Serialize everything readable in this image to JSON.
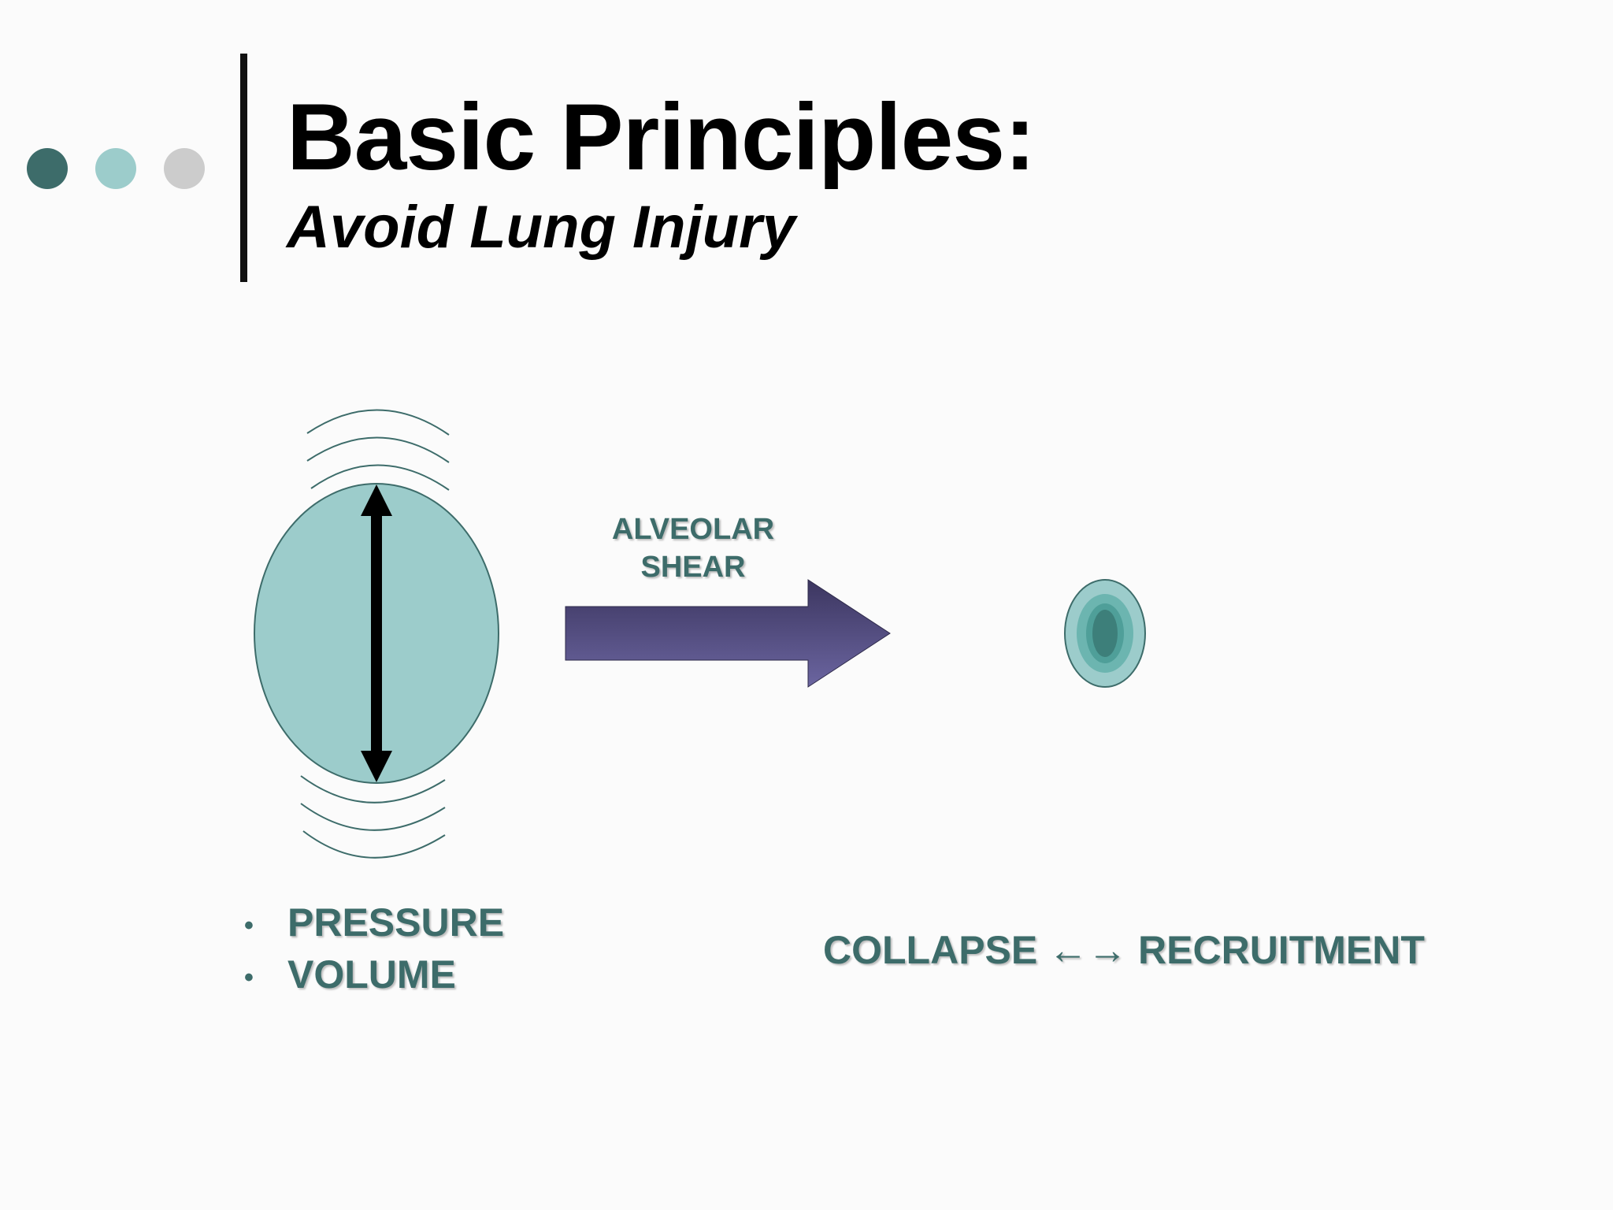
{
  "colors": {
    "dot_dark": "#3d6c6a",
    "dot_light": "#9ccccb",
    "dot_gray": "#cccccc",
    "alveolus_fill": "#9ccccb",
    "alveolus_stroke": "#3d6c6a",
    "arrow_top": "#3c3660",
    "arrow_bottom": "#6b65a0",
    "label_teal": "#3d6c6a"
  },
  "slide": {
    "title": "Basic Principles:",
    "subtitle": "Avoid Lung Injury"
  },
  "diagram": {
    "shear_label_line1": "ALVEOLAR",
    "shear_label_line2": "SHEAR",
    "bullets": [
      {
        "mark": "•",
        "text": "PRESSURE"
      },
      {
        "mark": "•",
        "text": "VOLUME"
      }
    ],
    "collapse_recruitment": "COLLAPSE ←→ RECRUITMENT"
  }
}
